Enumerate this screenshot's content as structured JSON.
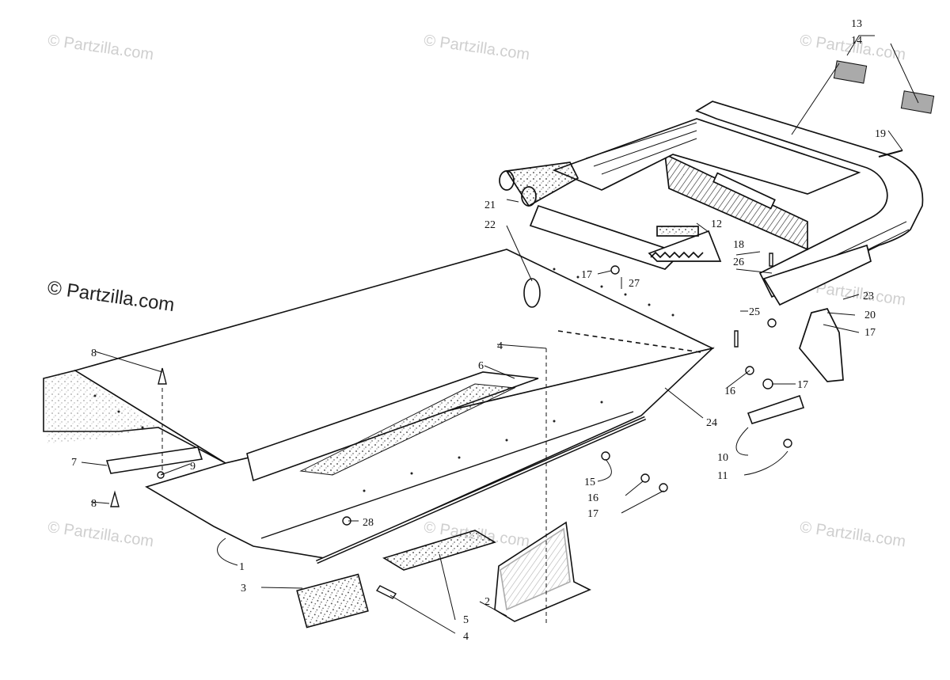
{
  "watermark": {
    "small": "© Partzilla.com",
    "main": "© Partzilla.com"
  },
  "callouts": [
    {
      "id": "c1",
      "label": "1"
    },
    {
      "id": "c2",
      "label": "2"
    },
    {
      "id": "c3",
      "label": "3"
    },
    {
      "id": "c4a",
      "label": "4"
    },
    {
      "id": "c4b",
      "label": "4"
    },
    {
      "id": "c5",
      "label": "5"
    },
    {
      "id": "c6",
      "label": "6"
    },
    {
      "id": "c7",
      "label": "7"
    },
    {
      "id": "c8a",
      "label": "8"
    },
    {
      "id": "c8b",
      "label": "8"
    },
    {
      "id": "c9",
      "label": "9"
    },
    {
      "id": "c10",
      "label": "10"
    },
    {
      "id": "c11",
      "label": "11"
    },
    {
      "id": "c12",
      "label": "12"
    },
    {
      "id": "c13",
      "label": "13"
    },
    {
      "id": "c14",
      "label": "14"
    },
    {
      "id": "c15",
      "label": "15"
    },
    {
      "id": "c16a",
      "label": "16"
    },
    {
      "id": "c16b",
      "label": "16"
    },
    {
      "id": "c17a",
      "label": "17"
    },
    {
      "id": "c17b",
      "label": "17"
    },
    {
      "id": "c17c",
      "label": "17"
    },
    {
      "id": "c17d",
      "label": "17"
    },
    {
      "id": "c18",
      "label": "18"
    },
    {
      "id": "c19",
      "label": "19"
    },
    {
      "id": "c20",
      "label": "20"
    },
    {
      "id": "c21",
      "label": "21"
    },
    {
      "id": "c22",
      "label": "22"
    },
    {
      "id": "c23",
      "label": "23"
    },
    {
      "id": "c24",
      "label": "24"
    },
    {
      "id": "c25",
      "label": "25"
    },
    {
      "id": "c26",
      "label": "26"
    },
    {
      "id": "c27",
      "label": "27"
    },
    {
      "id": "c28",
      "label": "28"
    }
  ]
}
